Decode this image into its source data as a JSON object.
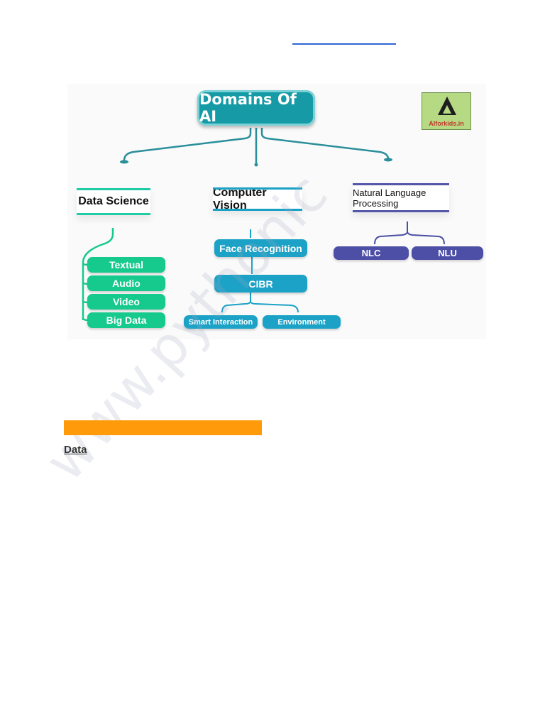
{
  "diagram": {
    "root": "Domains Of AI",
    "logo_text": "AIforkids.in",
    "branches": {
      "data_science": {
        "title": "Data Science",
        "items": [
          "Textual",
          "Audio",
          "Video",
          "Big Data"
        ]
      },
      "computer_vision": {
        "title": "Computer Vision",
        "items": [
          "Face Recognition",
          "CIBR"
        ],
        "sub_items": [
          "Smart Interaction",
          "Environment"
        ]
      },
      "nlp": {
        "title": "Natural Language Processing",
        "items": [
          "NLC",
          "NLU"
        ]
      }
    },
    "colors": {
      "root": "#159aa6",
      "data_science": "#16c98c",
      "computer_vision": "#1ba2c6",
      "nlp": "#4d4fa6"
    }
  },
  "section": {
    "heading": "Data",
    "highlight_color": "#ff9a0a"
  },
  "watermark": "www.pythonic"
}
